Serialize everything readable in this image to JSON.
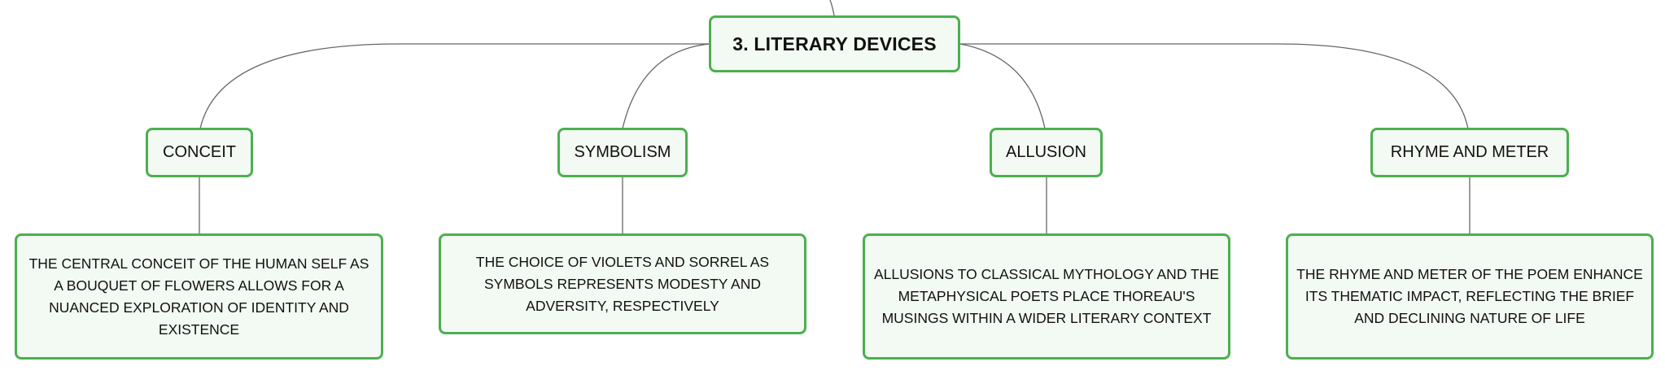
{
  "mindmap": {
    "root": {
      "label": "3. LITERARY DEVICES"
    },
    "topics": [
      {
        "label": "CONCEIT",
        "detail": "THE CENTRAL CONCEIT OF THE HUMAN SELF AS A BOUQUET OF FLOWERS ALLOWS FOR A NUANCED EXPLORATION OF IDENTITY AND EXISTENCE"
      },
      {
        "label": "SYMBOLISM",
        "detail": "THE CHOICE OF VIOLETS AND SORREL AS SYMBOLS REPRESENTS MODESTY AND ADVERSITY, RESPECTIVELY"
      },
      {
        "label": "ALLUSION",
        "detail": "ALLUSIONS TO CLASSICAL MYTHOLOGY AND THE METAPHYSICAL POETS PLACE THOREAU'S MUSINGS WITHIN A WIDER LITERARY CONTEXT"
      },
      {
        "label": "RHYME AND METER",
        "detail": "THE RHYME AND METER OF THE POEM ENHANCE ITS THEMATIC IMPACT, REFLECTING THE BRIEF AND DECLINING NATURE OF LIFE"
      }
    ]
  },
  "colors": {
    "border": "#4caf50",
    "fill": "#f3f9f3",
    "line": "#666666"
  }
}
